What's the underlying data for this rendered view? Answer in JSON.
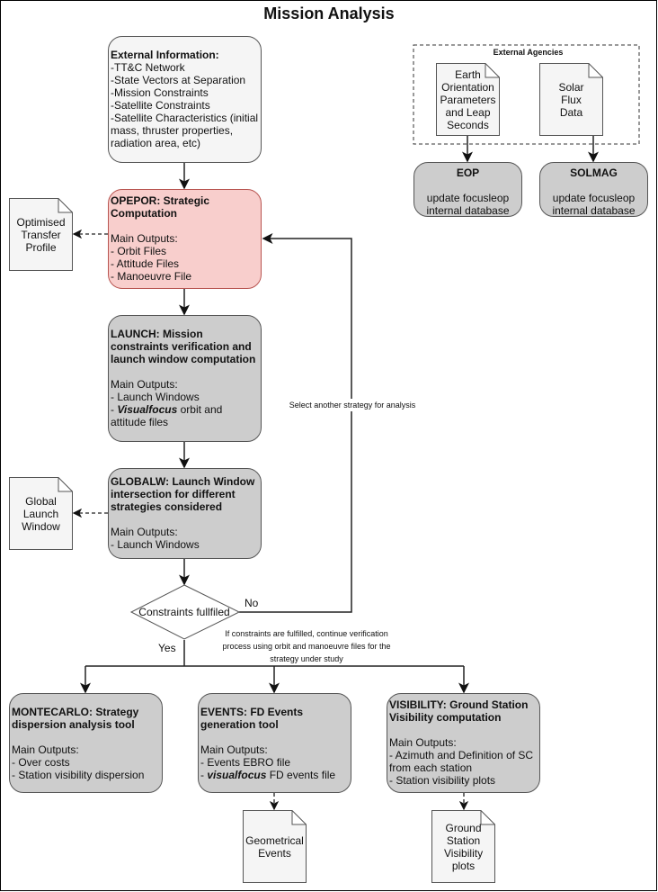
{
  "title": "Mission Analysis",
  "external_info": {
    "title": "External Information:",
    "items": [
      "-TT&C Network",
      "-State Vectors at Separation",
      "-Mission Constraints",
      "-Satellite Constraints",
      "-Satellite Characteristics (initial mass, thruster properties, radiation area, etc)"
    ]
  },
  "opepor": {
    "title": "OPEPOR: Strategic Computation",
    "outputs_label": "Main Outputs:",
    "items": [
      "- Orbit Files",
      "- Attitude Files",
      "- Manoeuvre File"
    ]
  },
  "launch": {
    "title": "LAUNCH: Mission constraints verification and launch window computation",
    "outputs_label": "Main Outputs:",
    "item1": "- Launch Windows",
    "item2_prefix": "- ",
    "item2_em": "Visualfocus",
    "item2_rest": " orbit and attitude files"
  },
  "globalw": {
    "title": "GLOBALW: Launch Window intersection for different strategies considered",
    "outputs_label": "Main Outputs:",
    "items": [
      "- Launch Windows"
    ]
  },
  "decision": {
    "label": "Constraints fullfiled",
    "no": "No",
    "yes": "Yes"
  },
  "loop_label": "Select another strategy for analysis",
  "yes_note": "If constraints are fulfilled, continue verification process using orbit and manoeuvre files for the strategy under study",
  "docs": {
    "transfer": "Optimised Transfer Profile",
    "global_lw": "Global Launch Window",
    "geometrical": "Geometrical Events",
    "gs_visibility": "Ground Station Visibility plots",
    "eop_data": "Earth Orientation Parameters and Leap Seconds",
    "solar_flux": "Solar Flux Data"
  },
  "agencies_label": "External Agencies",
  "eop": {
    "title": "EOP",
    "text": "update focusleop internal database"
  },
  "solmag": {
    "title": "SOLMAG",
    "text": "update focusleop internal database"
  },
  "montecarlo": {
    "title": "MONTECARLO: Strategy dispersion analysis tool",
    "outputs_label": "Main Outputs:",
    "items": [
      "- Over costs",
      "- Station visibility dispersion"
    ]
  },
  "events": {
    "title": "EVENTS: FD Events generation tool",
    "outputs_label": "Main Outputs:",
    "item1": "- Events EBRO file",
    "item2_prefix": "- ",
    "item2_em": "visualfocus",
    "item2_rest": "  FD events file"
  },
  "visibility": {
    "title": "VISIBILITY: Ground Station Visibility computation",
    "outputs_label": "Main Outputs:",
    "items": [
      "- Azimuth and Definition of SC from each station",
      "- Station visibility plots"
    ]
  },
  "colors": {
    "process": "#cdcdcd",
    "input": "#f5f5f5",
    "strategic": "#f8cecc",
    "document": "#f5f5f5"
  }
}
